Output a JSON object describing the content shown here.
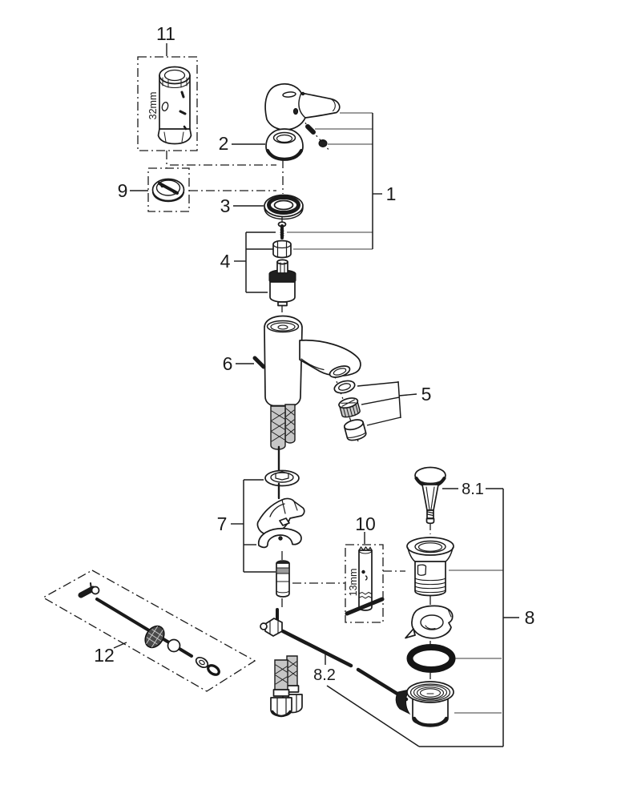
{
  "diagram": {
    "labels": {
      "p1": "1",
      "p2": "2",
      "p3": "3",
      "p4": "4",
      "p5": "5",
      "p6": "6",
      "p7": "7",
      "p8": "8",
      "p8_1": "8.1",
      "p8_2": "8.2",
      "p9": "9",
      "p10": "10",
      "p11": "11",
      "p12": "12"
    },
    "dimensions": {
      "socket_large": "32mm",
      "socket_small": "13mm"
    },
    "colors": {
      "background": "#ffffff",
      "line": "#1a1a1a",
      "leader": "#7d7d7d"
    }
  }
}
